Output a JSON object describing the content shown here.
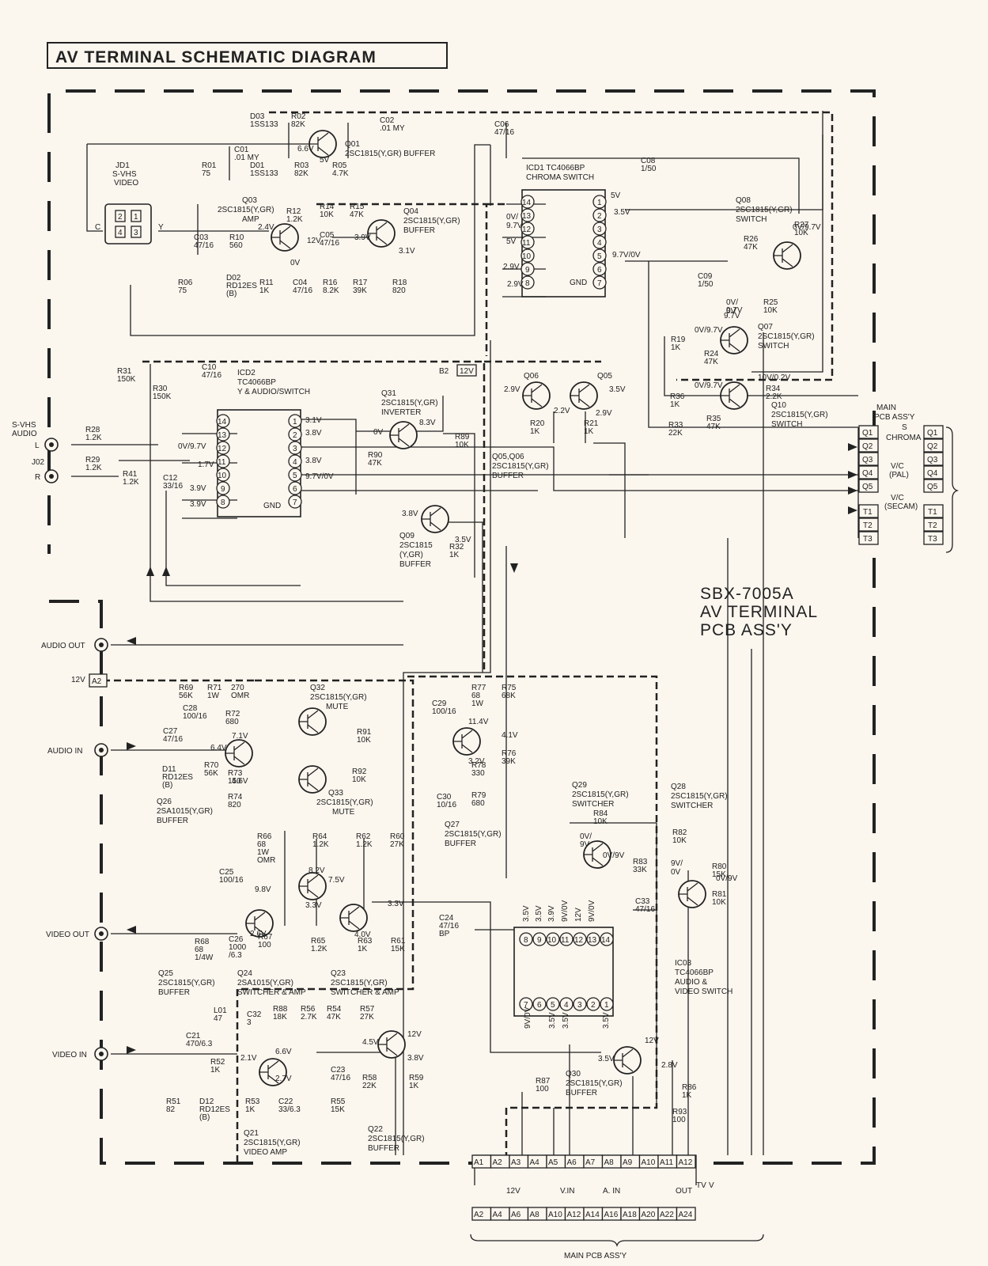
{
  "title": "AV TERMINAL SCHEMATIC DIAGRAM",
  "board": {
    "line1": "SBX-7005A",
    "line2": "AV TERMINAL",
    "line3": "PCB ASS'Y"
  },
  "jacks": {
    "svhs_video": [
      "JD1",
      "S-VHS",
      "VIDEO"
    ],
    "svhs_audio": [
      "S-VHS",
      "AUDIO"
    ],
    "l": "L",
    "r": "R",
    "j02": "J02",
    "audio_out": "AUDIO OUT",
    "audio_in": "AUDIO IN",
    "video_out": "VIDEO OUT",
    "video_in": "VIDEO IN"
  },
  "supply": {
    "v12": "12V",
    "a2": "A2",
    "b2": "B2",
    "b2v": "12V"
  },
  "ics": {
    "icd1": [
      "ICD1 TC4066BP",
      "CHROMA SWITCH"
    ],
    "icd2": [
      "ICD2",
      "TC4066BP",
      "Y & AUDIO/SWITCH"
    ],
    "ic03": [
      "IC03",
      "TC4066BP",
      "AUDIO &",
      "VIDEO SWITCH"
    ],
    "gnd": "GND"
  },
  "ic_pins": {
    "icd1_left": [
      "14",
      "13",
      "12",
      "11",
      "10",
      "9",
      "8"
    ],
    "icd1_right": [
      "1",
      "2",
      "3",
      "4",
      "5",
      "6",
      "7"
    ],
    "icd2_left": [
      "14",
      "13",
      "12",
      "11",
      "10",
      "9",
      "8"
    ],
    "icd2_right": [
      "1",
      "2",
      "3",
      "4",
      "5",
      "6",
      "7"
    ],
    "ic03_top": [
      "8",
      "9",
      "10",
      "11",
      "12",
      "13",
      "14"
    ],
    "ic03_bottom": [
      "7",
      "6",
      "5",
      "4",
      "3",
      "2",
      "1"
    ]
  },
  "transistors": {
    "q01": [
      "Q01",
      "2SC1815(Y,GR) BUFFER"
    ],
    "q03": [
      "Q03",
      "2SC1815(Y,GR)",
      "AMP"
    ],
    "q04": [
      "Q04",
      "2SC1815(Y,GR)",
      "BUFFER"
    ],
    "q08": [
      "Q08",
      "2SC1815(Y,GR)",
      "SWITCH"
    ],
    "q07": [
      "Q07",
      "2SC1815(Y,GR)",
      "SWITCH"
    ],
    "q10": [
      "Q10",
      "2SC1815(Y,GR)",
      "SWITCH"
    ],
    "q31": [
      "Q31",
      "2SC1815(Y,GR)",
      "INVERTER"
    ],
    "q06": "Q06",
    "q05": "Q05",
    "q0506": [
      "Q05,Q06",
      "2SC1815(Y,GR)",
      "BUFFER"
    ],
    "q09": [
      "Q09",
      "2SC1815",
      "(Y,GR)",
      "BUFFER"
    ],
    "q32": [
      "Q32",
      "2SC1815(Y,GR)",
      "MUTE"
    ],
    "q33": [
      "Q33",
      "2SC1815(Y,GR)",
      "MUTE"
    ],
    "q26": [
      "Q26",
      "2SA1015(Y,GR)",
      "BUFFER"
    ],
    "q27": [
      "Q27",
      "2SC1815(Y,GR)",
      "BUFFER"
    ],
    "q29": [
      "Q29",
      "2SC1815(Y,GR)",
      "SWITCHER"
    ],
    "q28": [
      "Q28",
      "2SC1815(Y,GR)",
      "SWITCHER"
    ],
    "q25": [
      "Q25",
      "2SC1815(Y,GR)",
      "BUFFER"
    ],
    "q24": [
      "Q24",
      "2SA1015(Y,GR)",
      "SWITCHER & AMP"
    ],
    "q23": [
      "Q23",
      "2SC1815(Y,GR)",
      "SWITCHER & AMP"
    ],
    "q21": [
      "Q21",
      "2SC1815(Y,GR)",
      "VIDEO AMP"
    ],
    "q22": [
      "Q22",
      "2SC1815(Y,GR)",
      "BUFFER"
    ],
    "q30": [
      "Q30",
      "2SC1815(Y,GR)",
      "BUFFER"
    ]
  },
  "components": [
    [
      "D03",
      "1SS133"
    ],
    [
      "R02",
      "82K"
    ],
    [
      "C02",
      ".01 MY"
    ],
    [
      "C06",
      "47/16"
    ],
    [
      "C01",
      ".01 MY"
    ],
    [
      "R01",
      "75"
    ],
    [
      "D01",
      "1SS133"
    ],
    [
      "R03",
      "82K"
    ],
    [
      "R05",
      "4.7K"
    ],
    [
      "C08",
      "1/50"
    ],
    [
      "R12",
      "1.2K"
    ],
    [
      "R14",
      "10K"
    ],
    [
      "R15",
      "47K"
    ],
    [
      "C03",
      "47/16"
    ],
    [
      "R10",
      "560"
    ],
    [
      "C05",
      "47/16"
    ],
    [
      "R06",
      "75"
    ],
    [
      "D02",
      "RD12ES",
      "(B)"
    ],
    [
      "R11",
      "1K"
    ],
    [
      "C04",
      "47/16"
    ],
    [
      "R16",
      "8.2K"
    ],
    [
      "R17",
      "39K"
    ],
    [
      "R18",
      "820"
    ],
    [
      "R27",
      "10K"
    ],
    [
      "R26",
      "47K"
    ],
    [
      "C09",
      "1/50"
    ],
    [
      "R25",
      "10K"
    ],
    [
      "R19",
      "1K"
    ],
    [
      "R24",
      "47K"
    ],
    [
      "R34",
      "2.2K"
    ],
    [
      "R36",
      "1K"
    ],
    [
      "R35",
      "47K"
    ],
    [
      "R33",
      "22K"
    ],
    [
      "R31",
      "150K"
    ],
    [
      "R30",
      "150K"
    ],
    [
      "C10",
      "47/16"
    ],
    [
      "R28",
      "1.2K"
    ],
    [
      "R29",
      "1.2K"
    ],
    [
      "R41",
      "1.2K"
    ],
    [
      "C12",
      "33/16"
    ],
    [
      "R89",
      "10K"
    ],
    [
      "R90",
      "47K"
    ],
    [
      "R20",
      "1K"
    ],
    [
      "R21",
      "1K"
    ],
    [
      "R32",
      "1K"
    ],
    [
      "R69",
      "56K"
    ],
    [
      "R71",
      "1W"
    ],
    [
      "270",
      "OMR"
    ],
    [
      "C28",
      "100/16"
    ],
    [
      "R72",
      "680"
    ],
    [
      "C27",
      "47/16"
    ],
    [
      "D11",
      "RD12ES",
      "(B)"
    ],
    [
      "R70",
      "56K"
    ],
    [
      "R73",
      "150"
    ],
    [
      "R74",
      "820"
    ],
    [
      "R91",
      "10K"
    ],
    [
      "R92",
      "10K"
    ],
    [
      "R77",
      "68",
      "1W"
    ],
    [
      "R75",
      "68K"
    ],
    [
      "C29",
      "100/16"
    ],
    [
      "R76",
      "39K"
    ],
    [
      "R78",
      "330"
    ],
    [
      "R79",
      "680"
    ],
    [
      "C30",
      "10/16"
    ],
    [
      "R84",
      "10K"
    ],
    [
      "R82",
      "10K"
    ],
    [
      "R83",
      "33K"
    ],
    [
      "R80",
      "15K"
    ],
    [
      "R81",
      "10K"
    ],
    [
      "R66",
      "68",
      "1W",
      "OMR"
    ],
    [
      "R64",
      "1.2K"
    ],
    [
      "R62",
      "1.2K"
    ],
    [
      "R60",
      "27K"
    ],
    [
      "C25",
      "100/16"
    ],
    [
      "C24",
      "47/16",
      "BP"
    ],
    [
      "C33",
      "47/16"
    ],
    [
      "R68",
      "68",
      "1/4W"
    ],
    [
      "C26",
      "1000",
      "/6.3"
    ],
    [
      "R67",
      "100"
    ],
    [
      "R65",
      "1.2K"
    ],
    [
      "R63",
      "1K"
    ],
    [
      "R61",
      "15K"
    ],
    [
      "L01",
      "47"
    ],
    [
      "C32",
      "3"
    ],
    [
      "R88",
      "18K"
    ],
    [
      "R56",
      "2.7K"
    ],
    [
      "R54",
      "47K"
    ],
    [
      "R57",
      "27K"
    ],
    [
      "C21",
      "470/6.3"
    ],
    [
      "R52",
      "1K"
    ],
    [
      "C23",
      "47/16"
    ],
    [
      "R58",
      "22K"
    ],
    [
      "R59",
      "1K"
    ],
    [
      "R51",
      "82"
    ],
    [
      "D12",
      "RD12ES",
      "(B)"
    ],
    [
      "R53",
      "1K"
    ],
    [
      "C22",
      "33/6.3"
    ],
    [
      "R55",
      "15K"
    ],
    [
      "R87",
      "100"
    ],
    [
      "R86",
      "1K"
    ],
    [
      "R93",
      "100"
    ]
  ],
  "voltages": [
    "6.6V",
    "5V",
    "2.4V",
    "12V",
    "3.9V",
    "3.1V",
    "0V",
    "5V",
    "3.5V",
    "0V/",
    "9.7V",
    "5V",
    "2.9V",
    "2.9V",
    "9.7V/0V",
    "0V/9.7V",
    "0V/",
    "9.7V",
    "9.7V",
    "0V",
    "0V/9.7V",
    "10V/0.2V",
    "0V/9.7V",
    "3.1V",
    "3.8V",
    "3.8V",
    "9.7V/0V",
    "0V/9.7V",
    "1.7V",
    "3.9V",
    "3.9V",
    "8.3V",
    "0V",
    "2.9V",
    "3.5V",
    "2.2V",
    "2.9V",
    "3.8V",
    "3.5V",
    "7.1V",
    "6.4V",
    "4.6V",
    "11.4V",
    "4.1V",
    "3.2V",
    "0V/",
    "9V",
    "0V/9V",
    "9V/",
    "0V",
    "0V/9V",
    "9.8V",
    "8.2V",
    "7.5V",
    "3.3V",
    "3.3V",
    "2.6V",
    "4.0V",
    "12V",
    "4.5V",
    "3.8V",
    "2.1V",
    "6.6V",
    "2.7V",
    "3.5V",
    "12V",
    "2.8V"
  ],
  "ic03_pin_volts": [
    "3.5V",
    "3.5V",
    "3.9V",
    "9V/0V",
    "12V",
    "9V/0V",
    "9V/0V",
    "3.5V",
    "3.5V",
    "3.5V"
  ],
  "connector": {
    "label_top": "MAIN",
    "label_bot": "PCB ASS'Y",
    "q": [
      "Q1",
      "Q2",
      "Q3",
      "Q4",
      "Q5"
    ],
    "t": [
      "T1",
      "T2",
      "T3"
    ],
    "signals": [
      "S",
      "CHROMA",
      "V/C",
      "(PAL)",
      "V/C",
      "(SECAM)"
    ]
  },
  "bottom_connector": {
    "upper": [
      "A1",
      "A2",
      "A3",
      "A4",
      "A5",
      "A6",
      "A7",
      "A8",
      "A9",
      "A10",
      "A11",
      "A12"
    ],
    "lower": [
      "A2",
      "A4",
      "A6",
      "A8",
      "A10",
      "A12",
      "A14",
      "A16",
      "A18",
      "A20",
      "A22",
      "A24"
    ],
    "signals": [
      "12V",
      "V.IN",
      "A. IN",
      "OUT",
      "TV",
      "V"
    ],
    "caption": "MAIN PCB ASS'Y"
  }
}
